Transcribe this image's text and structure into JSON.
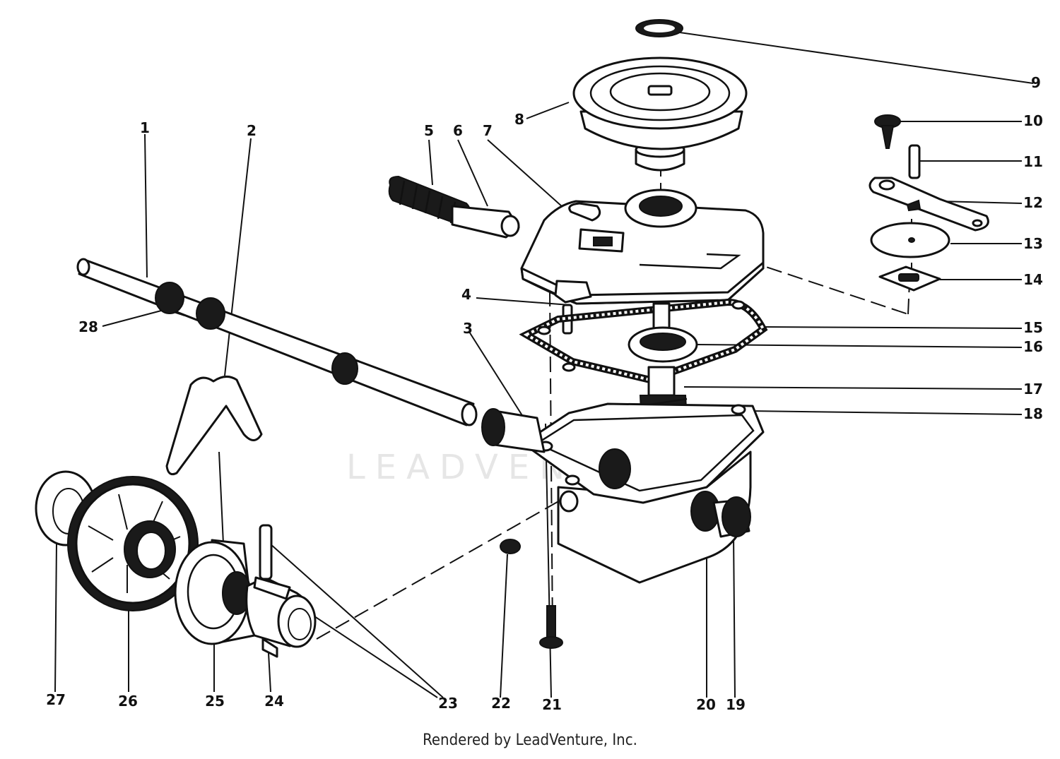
{
  "diagram": {
    "callouts": [
      "1",
      "2",
      "3",
      "4",
      "5",
      "6",
      "7",
      "8",
      "9",
      "10",
      "11",
      "12",
      "13",
      "14",
      "15",
      "16",
      "17",
      "18",
      "19",
      "20",
      "21",
      "22",
      "23",
      "24",
      "25",
      "26",
      "27",
      "28"
    ],
    "watermark": "LEADVENTURE"
  },
  "footer": {
    "credit": "Rendered by LeadVenture, Inc."
  }
}
